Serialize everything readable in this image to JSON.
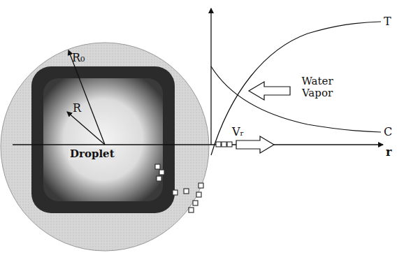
{
  "diagram": {
    "labels": [
      "R₀",
      "R",
      "Droplet",
      "T",
      "C",
      "r",
      "Vᵣ",
      "Water Vapor"
    ]
  }
}
